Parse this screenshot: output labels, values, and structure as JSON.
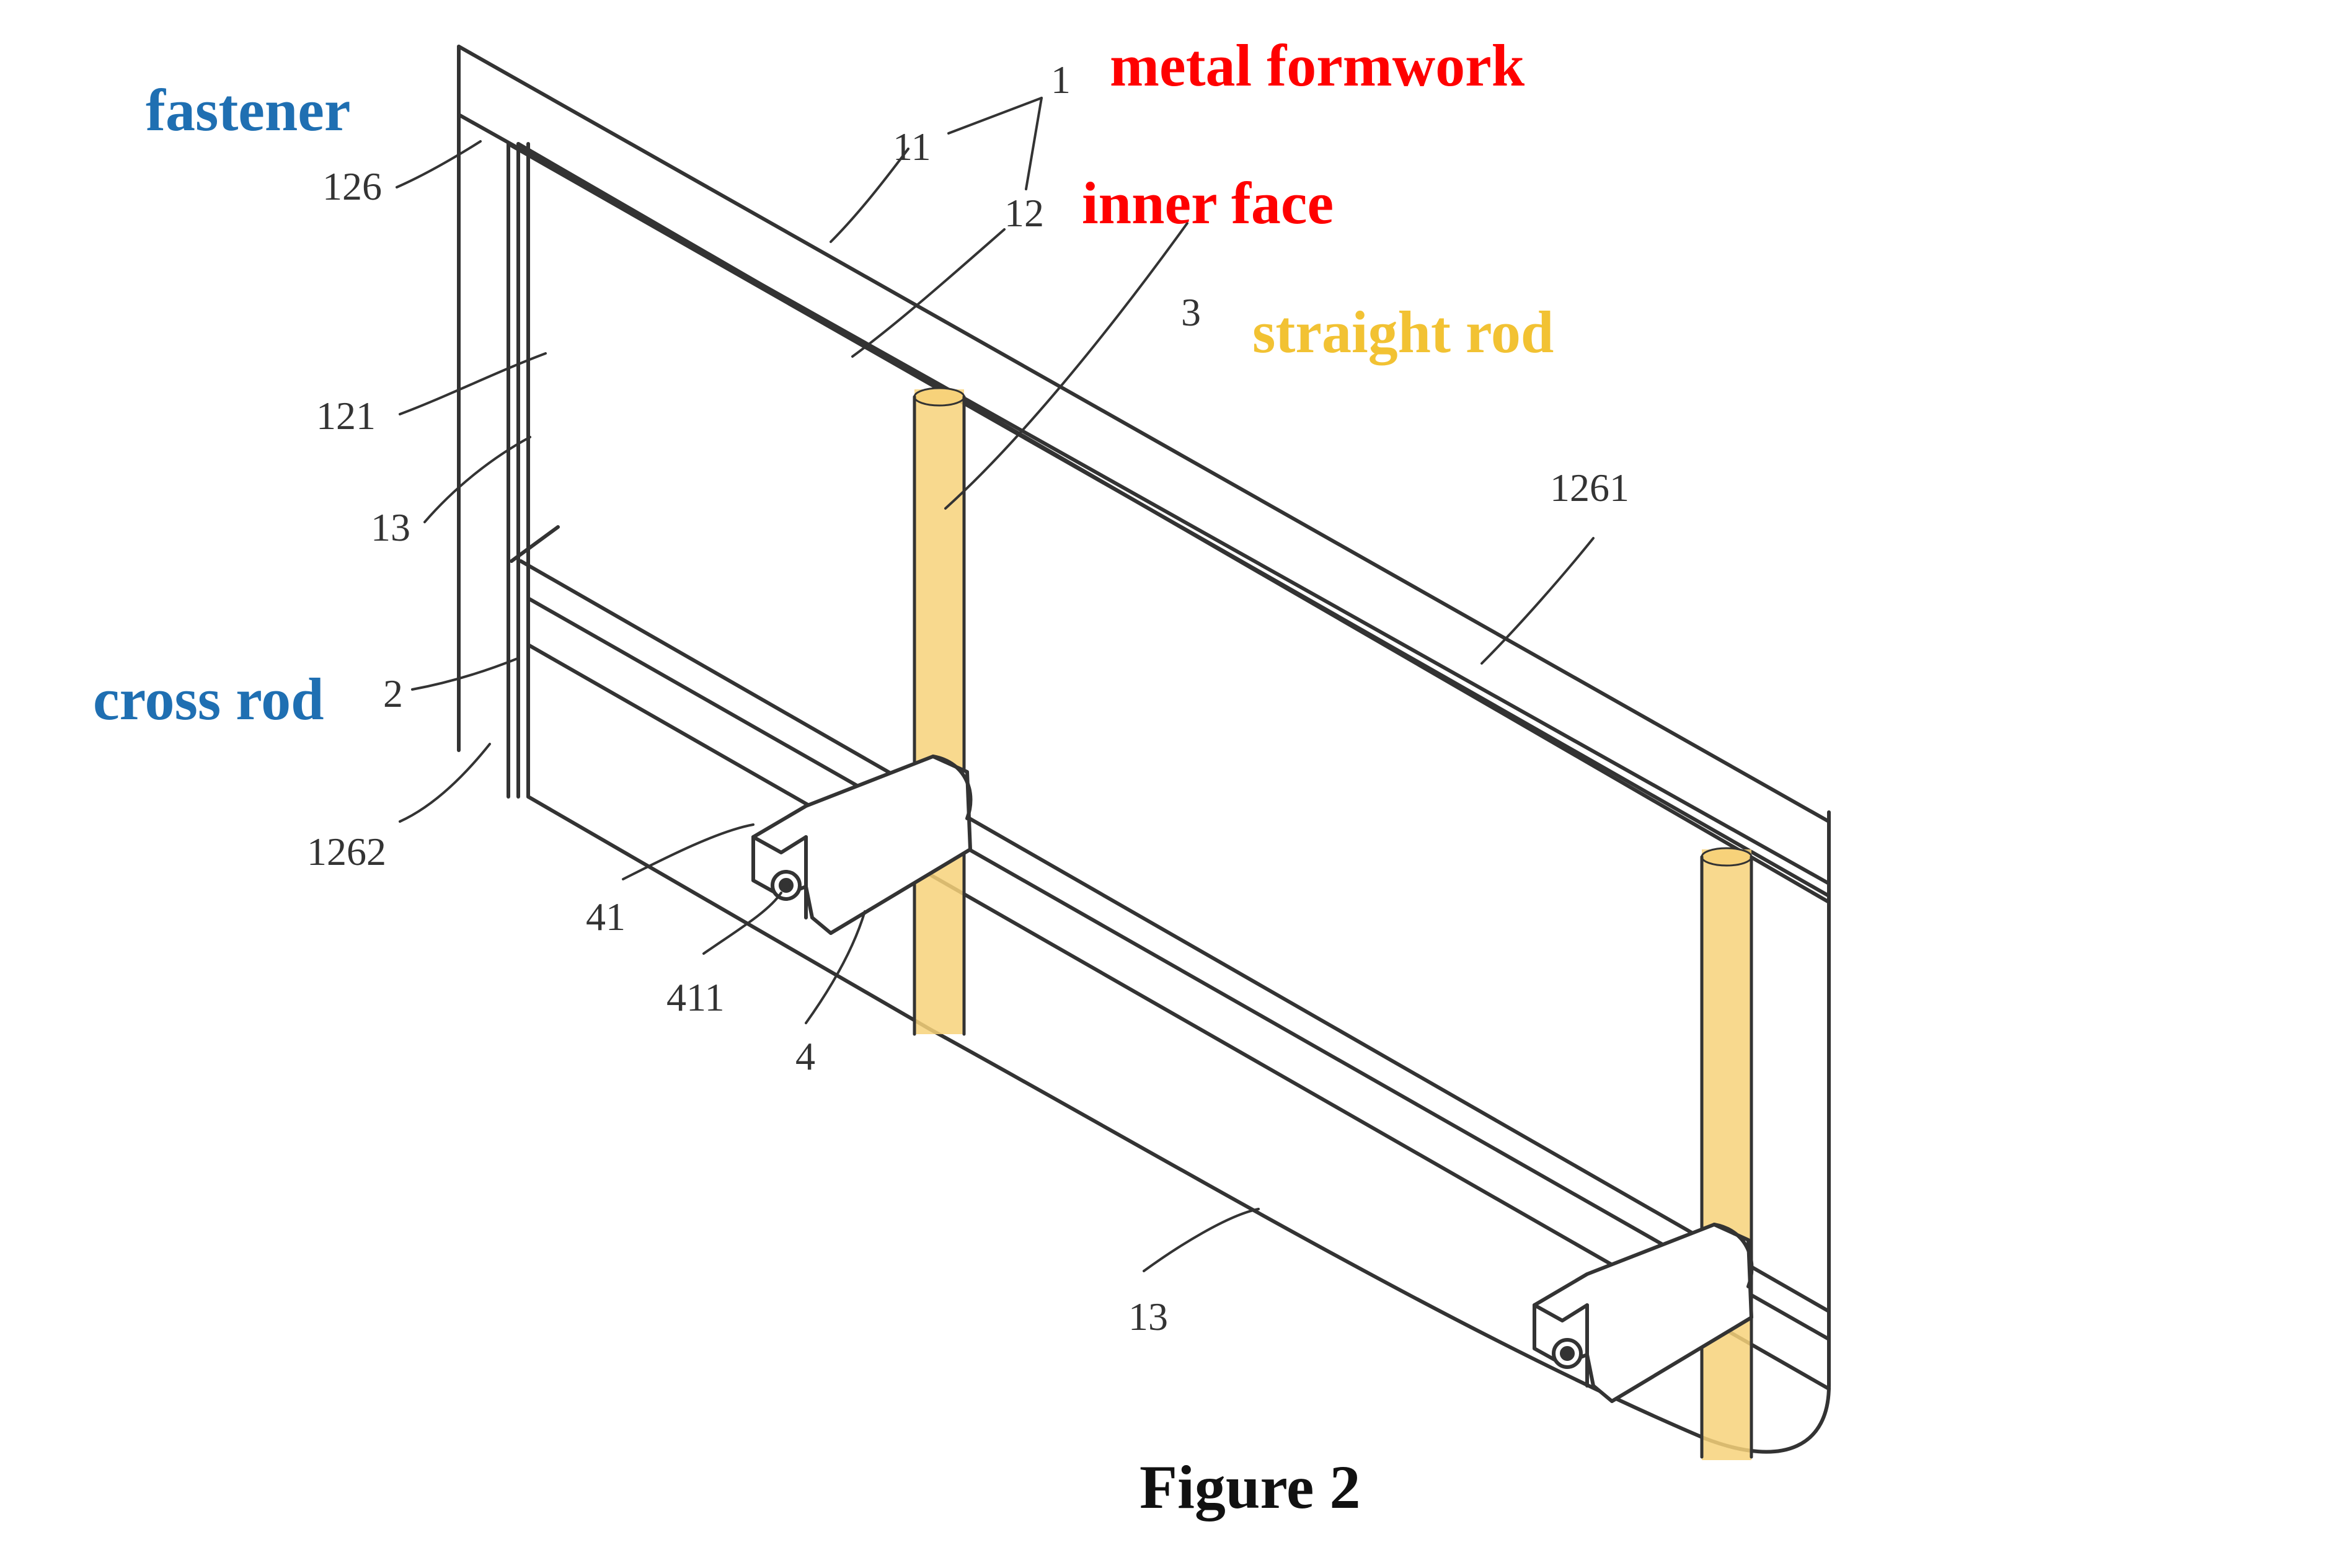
{
  "figure": {
    "caption": "Figure 2",
    "terms": {
      "metal_formwork": "metal formwork",
      "inner_face": "inner face",
      "straight_rod": "straight rod",
      "fastener": "fastener",
      "cross_rod": "cross rod"
    },
    "reference_numerals": {
      "n1": "1",
      "n11": "11",
      "n12": "12",
      "n126": "126",
      "n121": "121",
      "n13_top": "13",
      "n2": "2",
      "n1262": "1262",
      "n3": "3",
      "n1261": "1261",
      "n41": "41",
      "n411": "411",
      "n4": "4",
      "n13_bottom": "13"
    },
    "colors": {
      "metal_formwork": "#ff0000",
      "inner_face": "#ff0000",
      "straight_rod": "#f2c233",
      "fastener": "#1f6fb2",
      "cross_rod": "#1f6fb2",
      "rod_highlight": "#f7d27a",
      "line": "#333333"
    }
  }
}
